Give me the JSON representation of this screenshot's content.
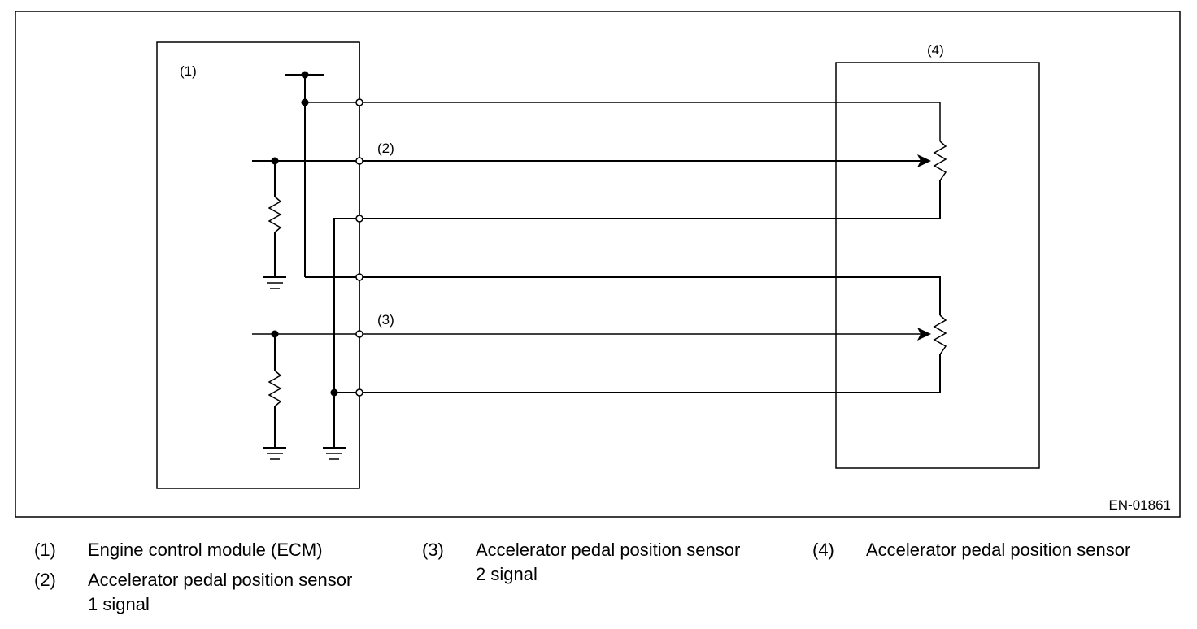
{
  "diagram": {
    "labels": {
      "ecm": "(1)",
      "signal1": "(2)",
      "signal2": "(3)",
      "sensor": "(4)"
    },
    "figure_id": "EN-01861"
  },
  "legend": [
    {
      "num": "(1)",
      "line1": "Engine control module (ECM)",
      "line2": ""
    },
    {
      "num": "(2)",
      "line1": "Accelerator pedal position sensor",
      "line2": "1 signal"
    },
    {
      "num": "(3)",
      "line1": "Accelerator pedal position sensor",
      "line2": "2 signal"
    },
    {
      "num": "(4)",
      "line1": "Accelerator pedal position sensor",
      "line2": ""
    }
  ]
}
